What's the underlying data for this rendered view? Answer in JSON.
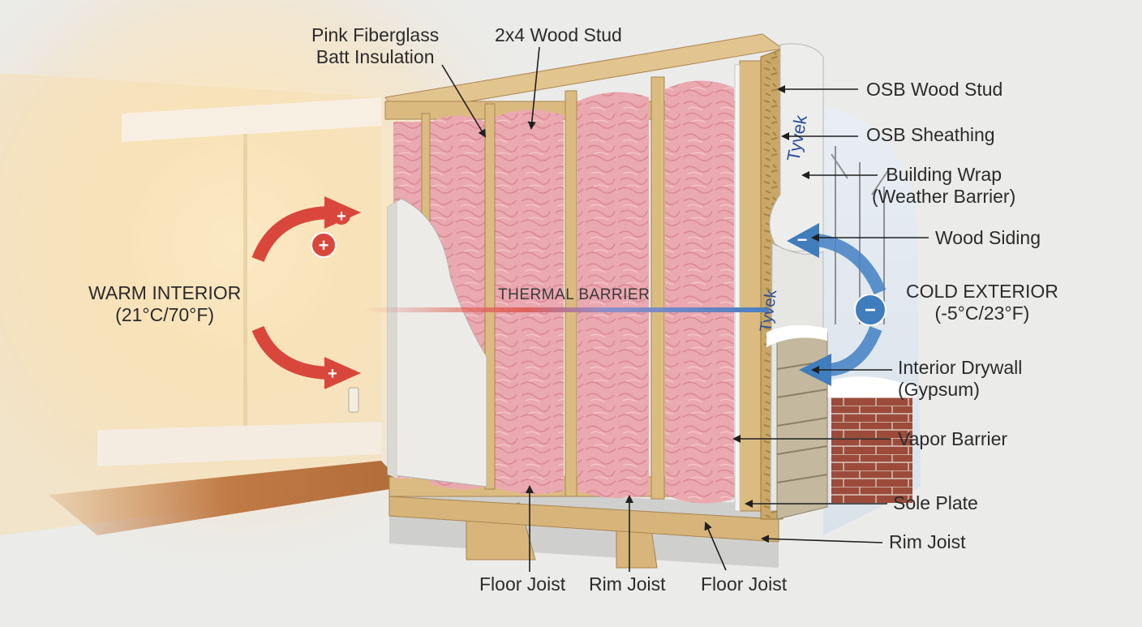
{
  "labels": {
    "pink_fiberglass": [
      "Pink Fiberglass",
      "Batt Insulation"
    ],
    "wood_stud_2x4": "2x4 Wood Stud",
    "osb_wood_stud": "OSB Wood Stud",
    "osb_sheathing": "OSB Sheathing",
    "building_wrap": [
      "Building Wrap",
      "(Weather Barrier)"
    ],
    "wood_siding": "Wood Siding",
    "cold_exterior": [
      "COLD EXTERIOR",
      "(-5°C/23°F)"
    ],
    "interior_drywall": [
      "Interior Drywall",
      "(Gypsum)"
    ],
    "vapor_barrier": "Vapor Barrier",
    "sole_plate": "Sole Plate",
    "rim_joist_right": "Rim Joist",
    "floor_joist_left": "Floor Joist",
    "rim_joist_bottom": "Rim Joist",
    "floor_joist_right": "Floor Joist",
    "warm_interior": [
      "WARM INTERIOR",
      "(21°C/70°F)"
    ],
    "thermal_barrier": "THERMAL BARRIER",
    "wrap_brand": "Tyvek"
  },
  "symbols": {
    "plus": "+",
    "minus": "−"
  },
  "colors": {
    "warm_glow": "#fff1c9",
    "insulation_pink": "#e9a7ae",
    "stud_wood": "#d9b77e",
    "drywall": "#ecebe7",
    "heat_arrow": "#d9473c",
    "cold_arrow": "#3f7dbd",
    "siding": "#bfb39a",
    "brick": "#9b4a3a"
  }
}
